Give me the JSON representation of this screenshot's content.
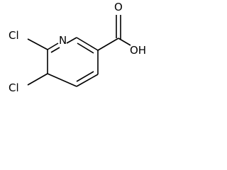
{
  "molecule": {
    "atom_labels": {
      "nitrogen": "N",
      "oxygen_carbonyl": "O",
      "hydroxyl": "OH",
      "chlorine_6": "Cl",
      "chlorine_5": "Cl"
    }
  },
  "colors": {
    "bond": "#000000",
    "label": "#000000",
    "background": "#ffffff"
  }
}
